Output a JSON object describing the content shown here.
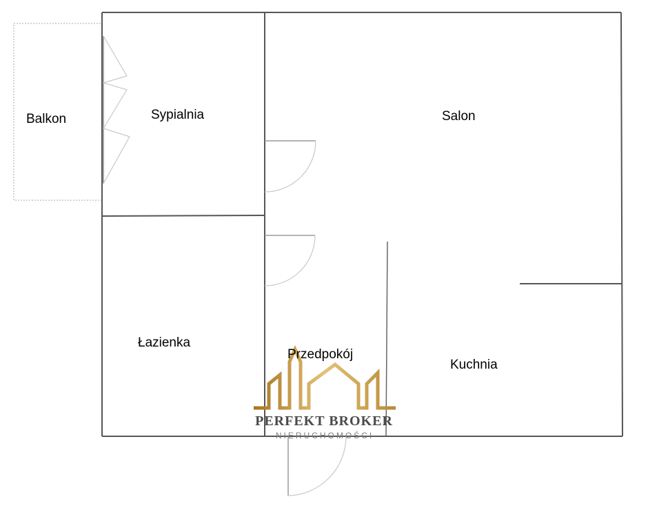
{
  "rooms": {
    "balkon": "Balkon",
    "sypialnia": "Sypialnia",
    "salon": "Salon",
    "lazienka": "Łazienka",
    "przedpokoj": "Przedpokój",
    "kuchnia": "Kuchnia"
  },
  "watermark": {
    "name": "PERFEKT BROKER",
    "subtitle": "NIERUCHOMOŚCI",
    "colors": {
      "gold_light": "#e3c27a",
      "gold_dark": "#a8741e",
      "text": "#4a4a4a"
    }
  },
  "colors": {
    "walls": "#555555",
    "doors": "#c8c8c8",
    "background": "#ffffff"
  }
}
